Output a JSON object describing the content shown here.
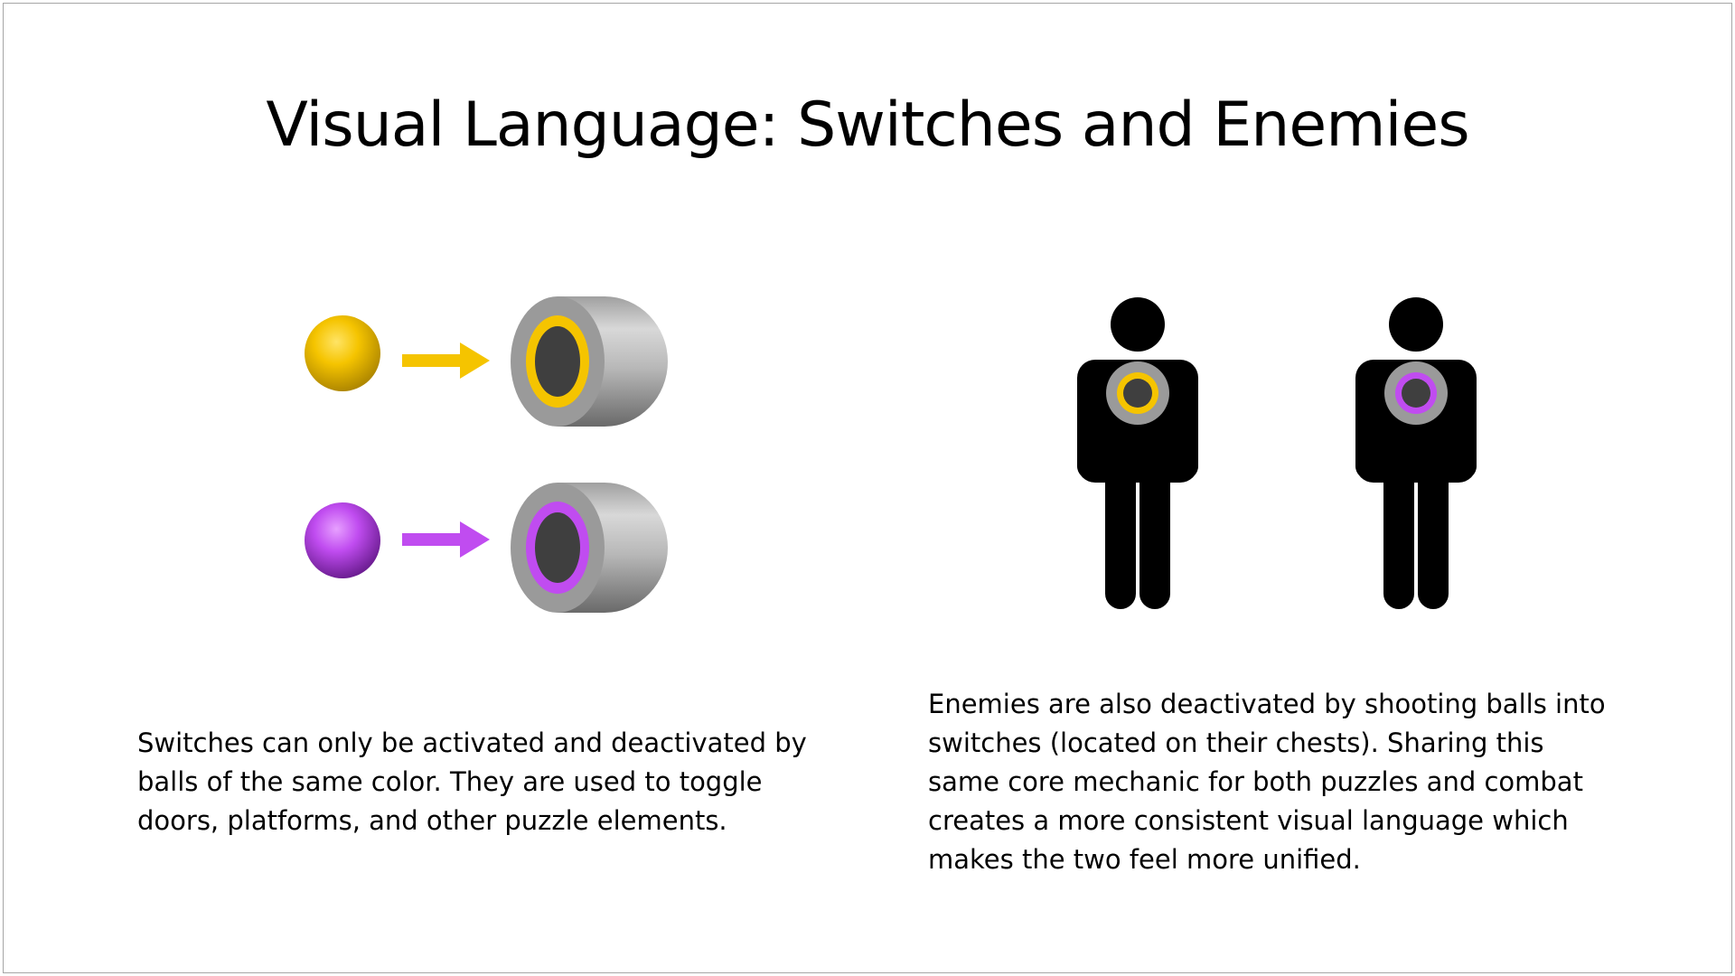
{
  "slide": {
    "title": "Visual Language: Switches and Enemies",
    "left_caption": "Switches can only be activated and deactivated by balls of the same color. They are used to toggle doors, platforms, and other puzzle elements.",
    "right_caption": "Enemies are also deactivated by shooting balls into switches (located on their chests). Sharing this same core mechanic for both puzzles and combat creates a more consistent visual language which makes the two feel more unified."
  },
  "colors": {
    "yellow": "#F5C400",
    "purple": "#C04CF0",
    "switch_gray": "#9a9a9a",
    "switch_core": "#3f3f3f",
    "figure": "#000000"
  },
  "icons": {
    "ball": "sphere-icon",
    "arrow": "arrow-right-icon",
    "switch": "cylinder-switch-icon",
    "enemy": "person-silhouette-icon"
  }
}
